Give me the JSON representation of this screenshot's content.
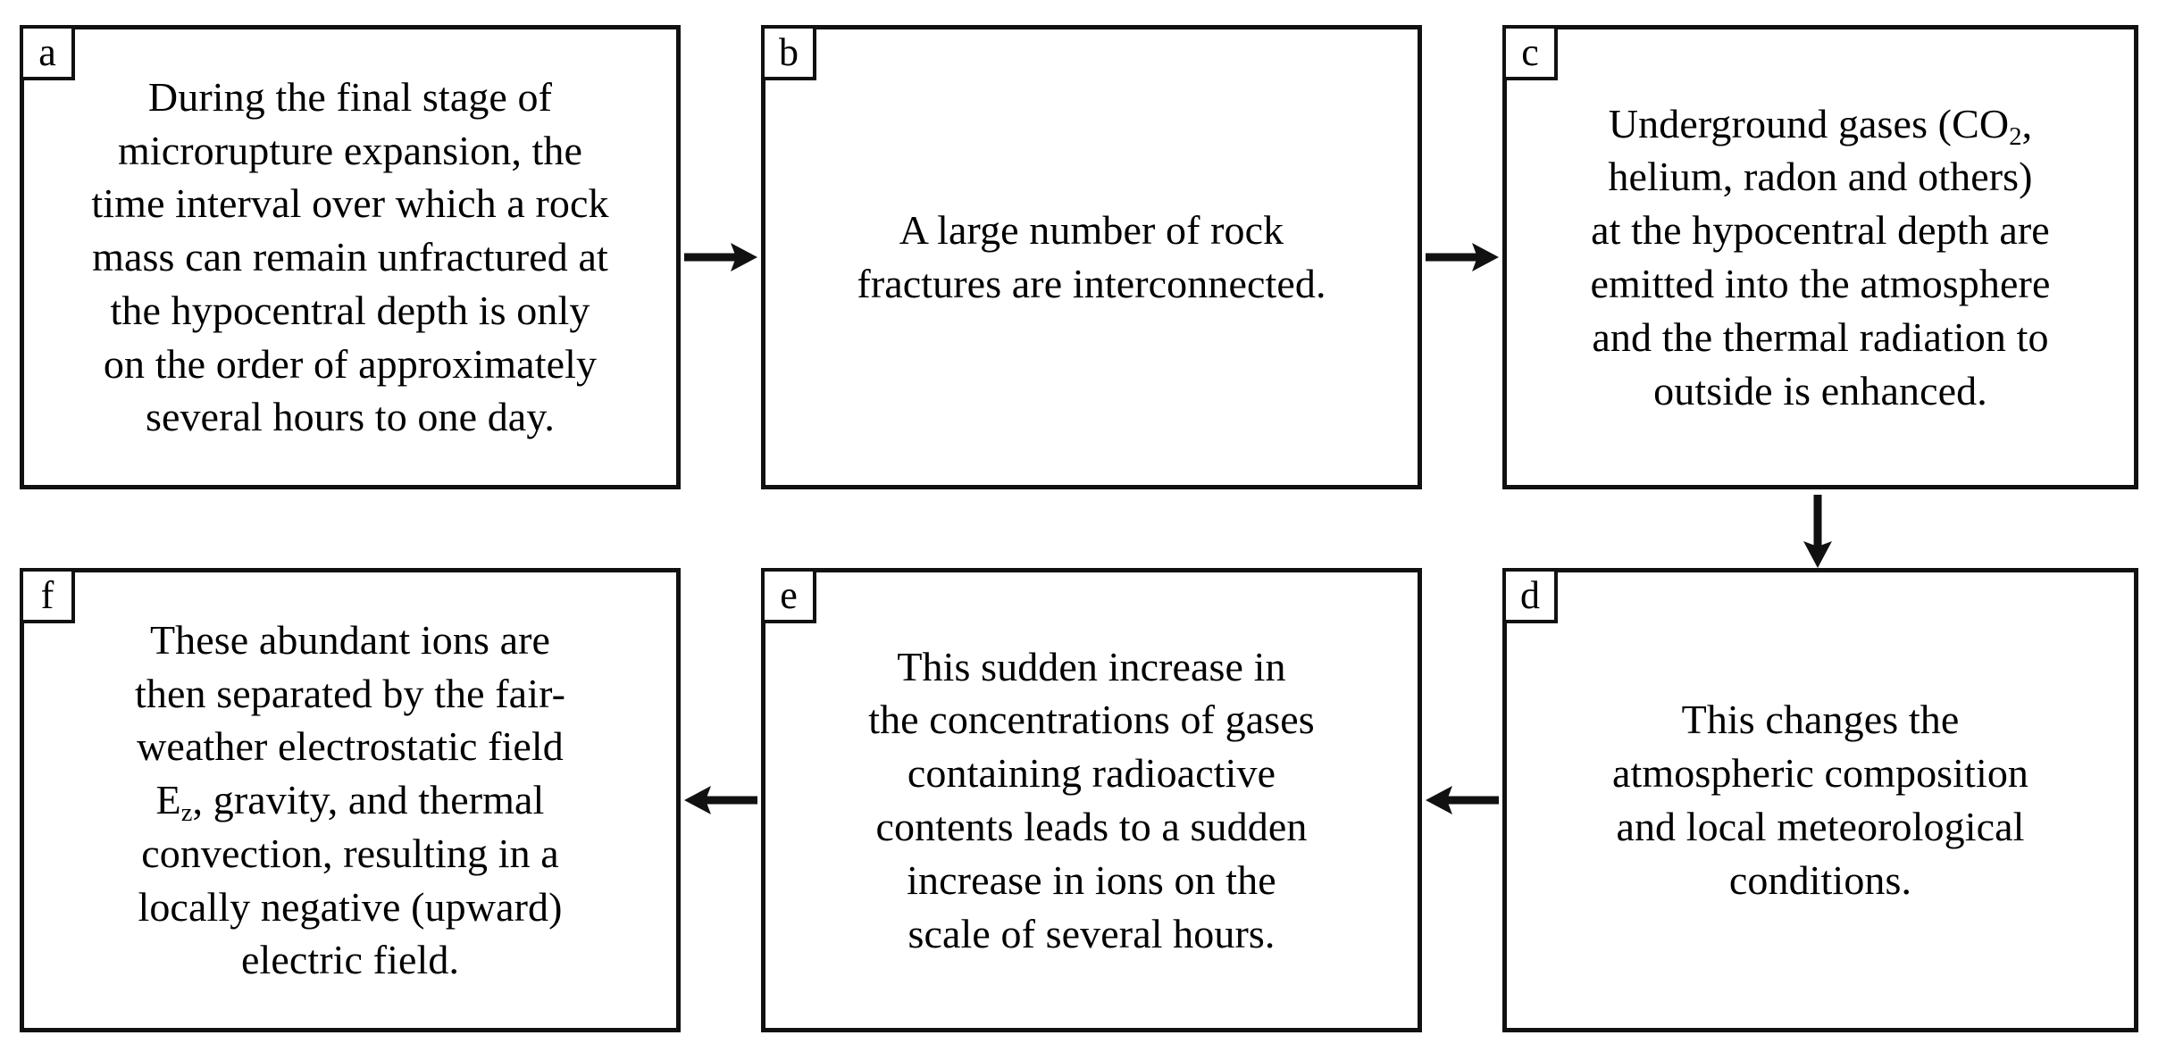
{
  "diagram": {
    "title": "Earthquake precursor process flowchart",
    "background_color": "#ffffff",
    "line_color": "#111111",
    "text_color": "#000000"
  },
  "boxes": {
    "a": {
      "label": "a",
      "text": "During the final stage of microrupture expansion, the time interval over which a rock mass can remain unfractured at the hypocentral depth is only on the order of approximately several hours to one day.",
      "lines": [
        "During the final stage of",
        "microrupture expansion, the",
        "time interval over which a rock",
        "mass can remain unfractured at",
        "the hypocentral depth is only",
        "on the order of approximately",
        "several hours to one day."
      ]
    },
    "b": {
      "label": "b",
      "text": "A large number of rock fractures are interconnected.",
      "lines": [
        "A large number of rock",
        "fractures are interconnected."
      ]
    },
    "c": {
      "label": "c",
      "text_before_sub": "Underground gases (CO",
      "sub": "2",
      "text_after_sub": ", helium, radon and others) at the hypocentral depth are emitted into the atmosphere and the thermal radiation to outside is enhanced.",
      "lines_after_sub": [
        ",",
        "helium, radon and others)",
        "at the hypocentral depth are",
        "emitted into the atmosphere",
        "and the thermal radiation to",
        "outside is enhanced."
      ]
    },
    "d": {
      "label": "d",
      "text": "This changes the atmospheric composition and local meteorological conditions.",
      "lines": [
        "This changes the",
        "atmospheric composition",
        "and local meteorological",
        "conditions."
      ]
    },
    "e": {
      "label": "e",
      "text": "This sudden increase in the concentrations of gases containing radioactive contents leads to a sudden increase in ions on the scale of several hours.",
      "lines": [
        "This sudden increase in",
        "the concentrations of gases",
        "containing radioactive",
        "contents leads to a sudden",
        "increase in ions on the",
        "scale of several hours."
      ]
    },
    "f": {
      "label": "f",
      "text_before_sub": "These abundant ions are then separated by the fair-weather electrostatic field E",
      "sub": "z",
      "text_after_sub": ", gravity, and thermal convection, resulting in a locally negative (upward) electric field.",
      "lines_before_sub": [
        "These abundant ions are",
        "then separated by the fair-",
        "weather electrostatic field",
        "E"
      ],
      "lines_after_sub": [
        ", gravity, and thermal",
        "convection, resulting in a",
        "locally negative (upward)",
        "electric field."
      ]
    }
  },
  "arrows": [
    {
      "name": "arrow-a-to-b",
      "direction": "right",
      "from": "a",
      "to": "b"
    },
    {
      "name": "arrow-b-to-c",
      "direction": "right",
      "from": "b",
      "to": "c"
    },
    {
      "name": "arrow-c-to-d",
      "direction": "down",
      "from": "c",
      "to": "d"
    },
    {
      "name": "arrow-d-to-e",
      "direction": "left",
      "from": "d",
      "to": "e"
    },
    {
      "name": "arrow-e-to-f",
      "direction": "left",
      "from": "e",
      "to": "f"
    }
  ]
}
